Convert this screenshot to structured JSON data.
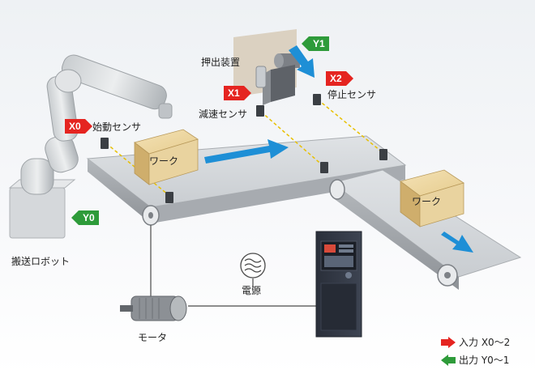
{
  "labels": {
    "robot": "搬送ロボット",
    "start_sensor": "始動センサ",
    "slow_sensor": "減速センサ",
    "stop_sensor": "停止センサ",
    "pusher": "押出装置",
    "power": "電源",
    "motor": "モータ",
    "work_1": "ワーク",
    "work_2": "ワーク"
  },
  "tags": {
    "x0": "X0",
    "x1": "X1",
    "x2": "X2",
    "y0": "Y0",
    "y1": "Y1"
  },
  "legend": {
    "input": "入力 X0～2",
    "output": "出力 Y0～1"
  },
  "colors": {
    "input": "#e52420",
    "output": "#2e9b3a",
    "flow": "#1e8fd6"
  }
}
